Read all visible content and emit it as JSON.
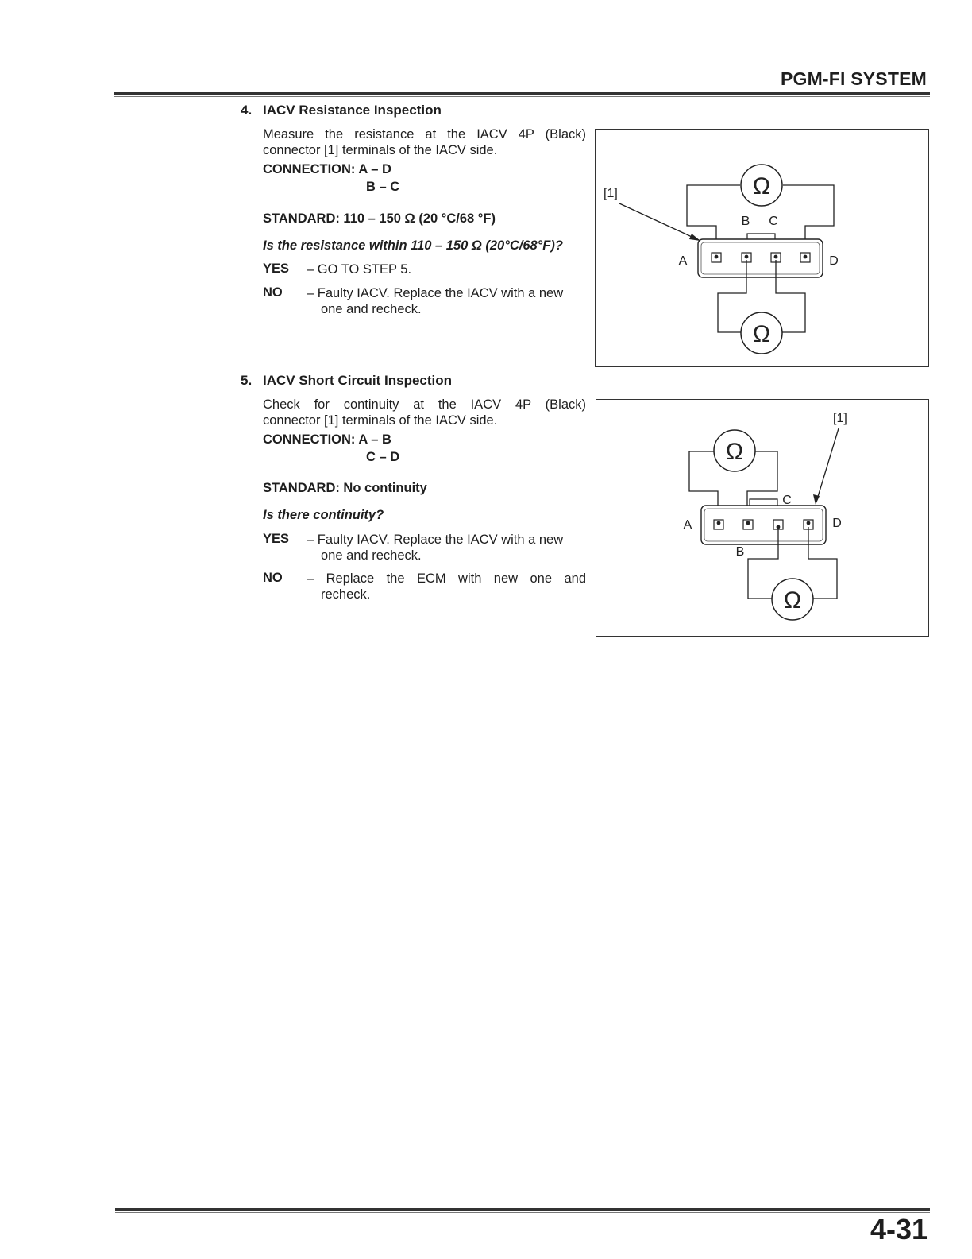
{
  "header": {
    "title": "PGM-FI SYSTEM"
  },
  "footer": {
    "page_number": "4-31"
  },
  "steps": [
    {
      "number": "4.",
      "title": "IACV Resistance Inspection",
      "description_lines": [
        "Measure the resistance at the IACV 4P (Black)",
        "connector [1] terminals of the IACV side."
      ],
      "connection_label": "CONNECTION: A – D",
      "connection_second": "B – C",
      "standard": "STANDARD: 110 – 150 Ω (20 °C/68 °F)",
      "question": "Is the resistance within 110 – 150 Ω (20°C/68°F)?",
      "yes_label": "YES",
      "yes_text": [
        "– GO TO STEP 5."
      ],
      "no_label": "NO",
      "no_text": [
        "– Faulty IACV. Replace the IACV with a new",
        "one and recheck."
      ],
      "figure": {
        "callout": "[1]",
        "terminal_labels": {
          "a": "A",
          "b": "B",
          "c": "C",
          "d": "D"
        },
        "meter_symbol": "Ω"
      }
    },
    {
      "number": "5.",
      "title": "IACV Short Circuit Inspection",
      "description_lines": [
        "Check for continuity at the IACV 4P (Black)",
        "connector [1] terminals of the IACV side."
      ],
      "connection_label": "CONNECTION: A – B",
      "connection_second": "C – D",
      "standard": "STANDARD: No continuity",
      "question": "Is there continuity?",
      "yes_label": "YES",
      "yes_text": [
        "– Faulty IACV. Replace the IACV with a new",
        "one and recheck."
      ],
      "no_label": "NO",
      "no_text": [
        "– Replace the ECM with new one and",
        "recheck."
      ],
      "figure": {
        "callout": "[1]",
        "terminal_labels": {
          "a": "A",
          "b": "B",
          "c": "C",
          "d": "D"
        },
        "meter_symbol": "Ω"
      }
    }
  ]
}
